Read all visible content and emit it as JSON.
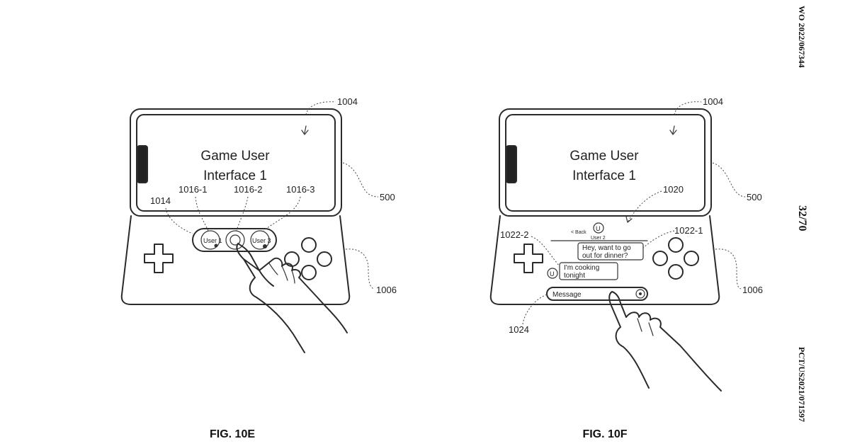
{
  "header": {
    "pub_number": "WO 2022/067344",
    "sheet": "32/70",
    "app_number": "PCT/US2021/071597"
  },
  "fig_e": {
    "caption": "FIG. 10E",
    "screen_line1": "Game User",
    "screen_line2": "Interface 1",
    "labels": {
      "ref_1004": "1004",
      "ref_500": "500",
      "ref_1006": "1006",
      "ref_1014": "1014",
      "ref_1016_1": "1016-1",
      "ref_1016_2": "1016-2",
      "ref_1016_3": "1016-3"
    },
    "user_buttons": [
      "User 1",
      "",
      "User 3"
    ]
  },
  "fig_f": {
    "caption": "FIG. 10F",
    "screen_line1": "Game User",
    "screen_line2": "Interface 1",
    "labels": {
      "ref_1004": "1004",
      "ref_500": "500",
      "ref_1006": "1006",
      "ref_1020": "1020",
      "ref_1022_2": "1022-2",
      "ref_1022_1": "1022-1",
      "ref_1024": "1024"
    },
    "chat": {
      "back": "< Back",
      "avatar": "U",
      "user": "User 2",
      "incoming_line1": "Hey, want to go",
      "incoming_line2": "out for dinner?",
      "reply_line1": "I'm cooking",
      "reply_line2": "tonight",
      "reply_avatar": "U",
      "input_placeholder": "Message"
    }
  }
}
